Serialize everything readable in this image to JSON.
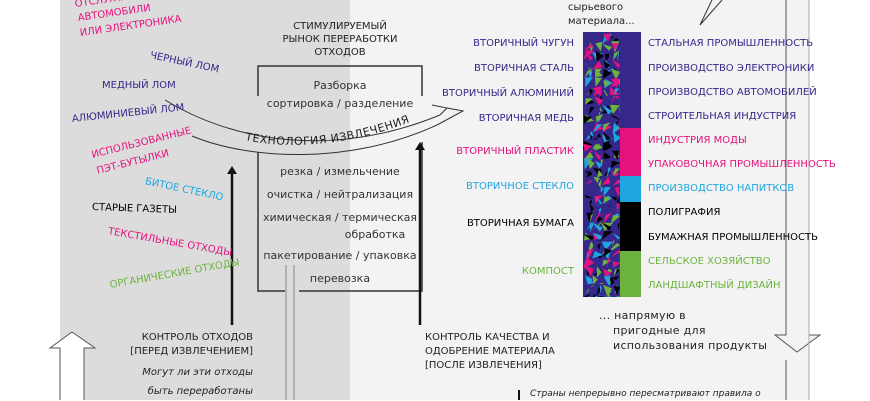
{
  "colors": {
    "purple": "#35288a",
    "pink": "#e5127e",
    "cyan": "#1fa6e0",
    "black": "#000000",
    "green": "#6cb33e",
    "gray_text": "#222222"
  },
  "waste_items": [
    {
      "text": "ОТСЛУЖИВШИЕ СВОЙ",
      "color": "pink"
    },
    {
      "text": "АВТОМОБИЛИ",
      "color": "pink"
    },
    {
      "text": "ИЛИ ЭЛЕКТРОНИКА",
      "color": "pink"
    },
    {
      "text": "ЧЕРНЫЙ ЛОМ",
      "color": "purple"
    },
    {
      "text": "МЕДНЫЙ ЛОМ",
      "color": "purple"
    },
    {
      "text": "АЛЮМИНИЕВЫЙ ЛОМ",
      "color": "purple"
    },
    {
      "text": "ИСПОЛЬЗОВАННЫЕ",
      "color": "pink"
    },
    {
      "text": "ПЭТ-БУТЫЛКИ",
      "color": "pink"
    },
    {
      "text": "БИТОЕ СТЕКЛО",
      "color": "cyan"
    },
    {
      "text": "СТАРЫЕ ГАЗЕТЫ",
      "color": "black"
    },
    {
      "text": "ТЕКСТИЛЬНЫЕ ОТХОДЫ",
      "color": "pink"
    },
    {
      "text": "ОРГАНИЧЕСКИЕ ОТХОДЫ",
      "color": "green"
    }
  ],
  "market_title": [
    "СТИМУЛИРУЕМЫЙ",
    "РЫНОК ПЕРЕРАБОТКИ",
    "ОТХОДОВ"
  ],
  "process_top": [
    "Разборка",
    "сортировка / разделение"
  ],
  "extraction_label": "ТЕХНОЛОГИЯ ИЗВЛЕЧЕНИЯ",
  "process_bottom": [
    "резка / измельчение",
    "очистка / нейтрализация",
    "химическая / термическая",
    "обработка",
    "пакетирование / упаковка",
    "перевозка"
  ],
  "control_before": {
    "title": "КОНТРОЛЬ ОТХОДОВ",
    "subtitle": "[ПЕРЕД ИЗВЛЕЧЕНИЕМ]",
    "question": [
      "Могут ли эти отходы",
      "быть переработаны"
    ]
  },
  "control_after": {
    "lines": [
      "КОНТРОЛЬ КАЧЕСТВА И",
      "ОДОБРЕНИЕ МАТЕРИАЛА",
      "[ПОСЛЕ ИЗВЛЕЧЕНИЯ]"
    ]
  },
  "raw_material_caption": [
    "сырьевого",
    "материала..."
  ],
  "secondary_materials": [
    {
      "text": "ВТОРИЧНЫЙ ЧУГУН",
      "color": "purple"
    },
    {
      "text": "ВТОРИЧНАЯ СТАЛЬ",
      "color": "purple"
    },
    {
      "text": "ВТОРИЧНЫЙ АЛЮМИНИЙ",
      "color": "purple"
    },
    {
      "text": "ВТОРИЧНАЯ МЕДЬ",
      "color": "purple"
    },
    {
      "text": "ВТОРИЧНЫЙ ПЛАСТИК",
      "color": "pink"
    },
    {
      "text": "ВТОРИЧНОЕ СТЕКЛО",
      "color": "cyan"
    },
    {
      "text": "ВТОРИЧНАЯ БУМАГА",
      "color": "black"
    },
    {
      "text": "КОМПОСТ",
      "color": "green"
    }
  ],
  "industries": [
    {
      "text": "СТАЛЬНАЯ ПРОМЫШЛЕННОСТЬ",
      "color": "purple"
    },
    {
      "text": "ПРОИЗВОДСТВО ЭЛЕКТРОНИКИ",
      "color": "purple"
    },
    {
      "text": "ПРОИЗВОДСТВО АВТОМОБИЛЕЙ",
      "color": "purple"
    },
    {
      "text": "СТРОИТЕЛЬНАЯ ИНДУСТРИЯ",
      "color": "purple"
    },
    {
      "text": "ИНДУСТРИЯ МОДЫ",
      "color": "pink"
    },
    {
      "text": "УПАКОВОЧНАЯ ПРОМЫШЛЕННОСТЬ",
      "color": "pink"
    },
    {
      "text": "ПРОИЗВОДСТВО НАПИТКОВ",
      "color": "cyan"
    },
    {
      "text": "ПОЛИГРАФИЯ",
      "color": "black"
    },
    {
      "text": "БУМАЖНАЯ ПРОМЫШЛЕННОСТЬ",
      "color": "black"
    },
    {
      "text": "СЕЛЬСКОЕ ХОЗЯЙСТВО",
      "color": "green"
    },
    {
      "text": "ЛАНДШАФТНЫЙ ДИЗАЙН",
      "color": "green"
    }
  ],
  "direct_caption": [
    "... напрямую в",
    "пригодные для",
    "использования продукты"
  ],
  "bottom_note": "Страны непрерывно пересматривают правила о"
}
